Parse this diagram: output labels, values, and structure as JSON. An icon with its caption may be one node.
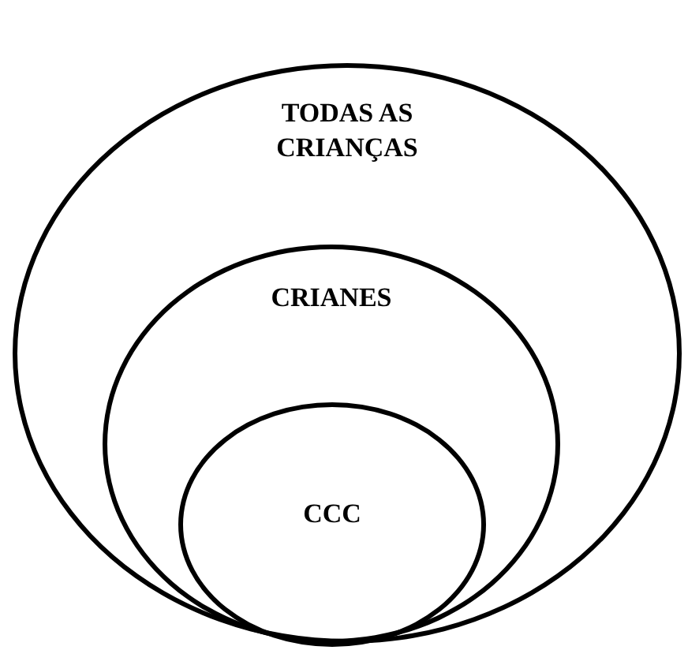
{
  "diagram": {
    "nodes": [
      {
        "text": [
          "TODAS AS CRIANÇAS"
        ]
      },
      {
        "text": [
          "CRIANES"
        ],
        "in": 0
      },
      {
        "text": [
          "CCC"
        ],
        "in": 1
      }
    ]
  }
}
